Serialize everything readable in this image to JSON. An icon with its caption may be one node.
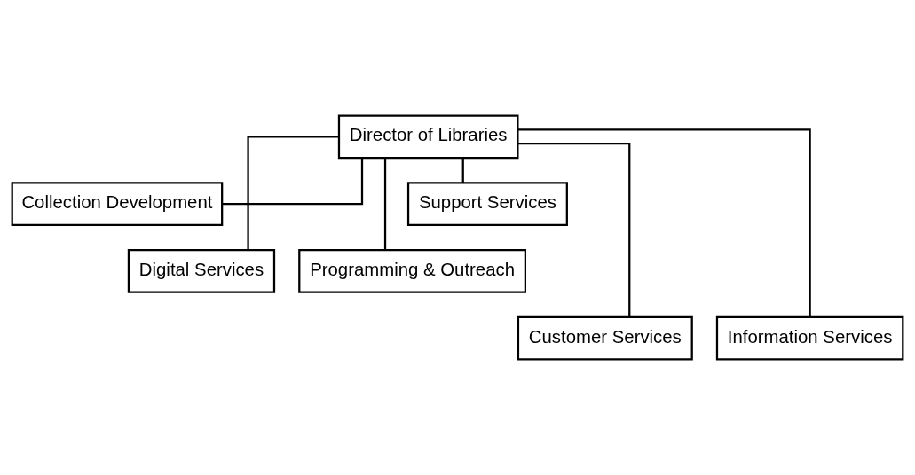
{
  "diagram": {
    "nodes": [
      {
        "text": [
          "Director of Libraries"
        ]
      },
      {
        "text": [
          "Collection Development"
        ]
      },
      {
        "text": [
          "Digital Services"
        ]
      },
      {
        "text": [
          "Programming & Outreach"
        ]
      },
      {
        "text": [
          "Support Services"
        ]
      },
      {
        "text": [
          "Customer Services"
        ]
      },
      {
        "text": [
          "Information Services"
        ]
      }
    ],
    "edges": [
      {
        "from": 0,
        "to": 1,
        "arrow": "none"
      },
      {
        "from": 0,
        "to": 2,
        "arrow": "none"
      },
      {
        "from": 0,
        "to": 3,
        "arrow": "none"
      },
      {
        "from": 0,
        "to": 4,
        "arrow": "none"
      },
      {
        "from": 0,
        "to": 5,
        "arrow": "none"
      },
      {
        "from": 0,
        "to": 6,
        "arrow": "none"
      }
    ]
  }
}
